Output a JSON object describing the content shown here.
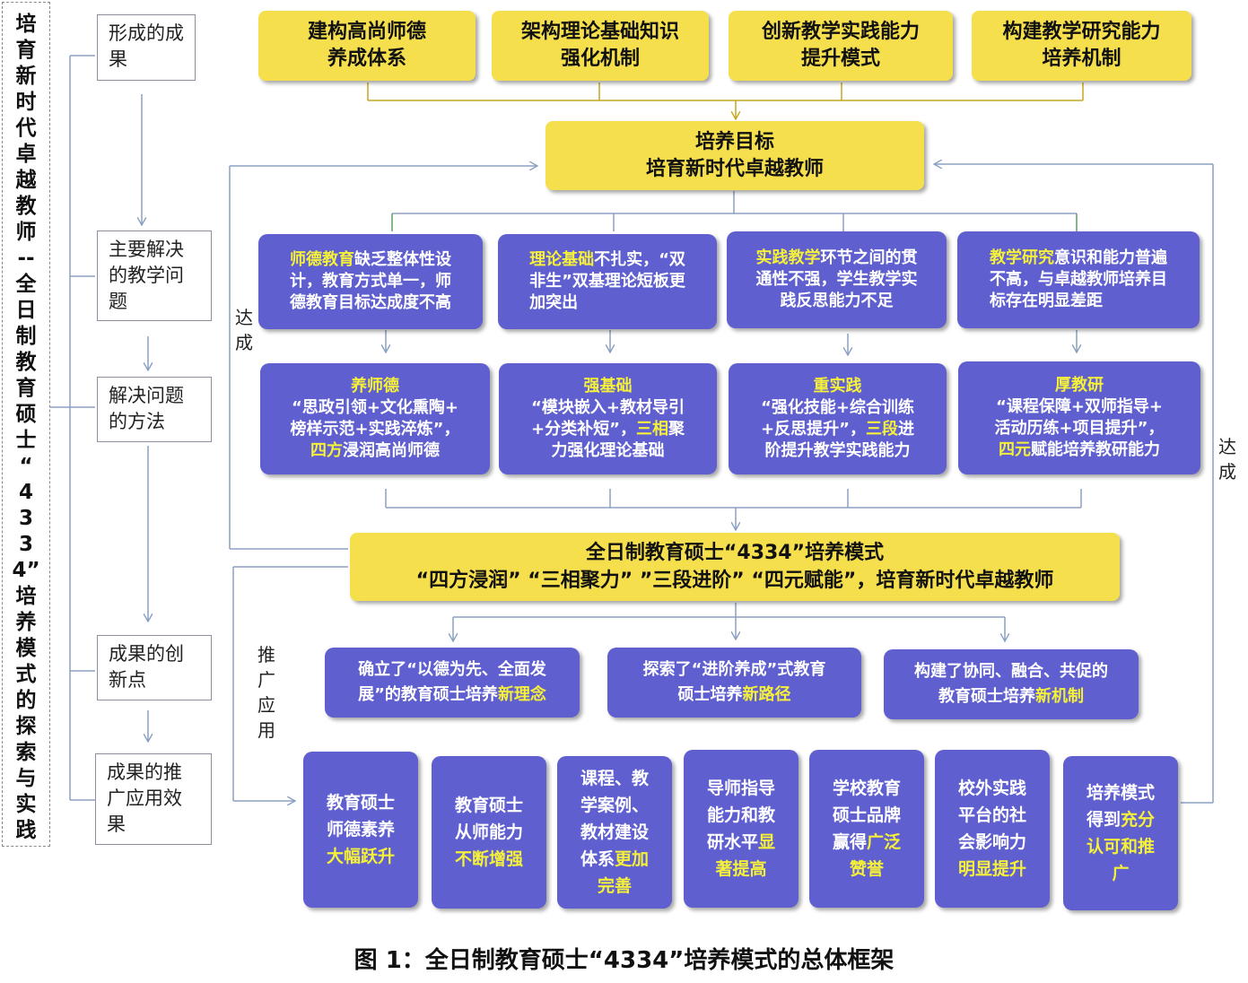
{
  "side_title": [
    "培",
    "育",
    "新",
    "时",
    "代",
    "卓",
    "越",
    "教",
    "师",
    "--",
    "全",
    "日",
    "制",
    "教",
    "育",
    "硕",
    "士",
    "“",
    "4",
    "3",
    "3",
    "4”",
    "培",
    "养",
    "模",
    "式",
    "的",
    "探",
    "索",
    "与",
    "实",
    "践"
  ],
  "steps": {
    "s1": "形成的成果",
    "s2": "主要解决的教学问题",
    "s3": "解决问题的方法",
    "s4": "成果的创新点",
    "s5": "成果的推广应用效果"
  },
  "outcomes": [
    {
      "l1": "建构高尚师德",
      "l2": "养成体系"
    },
    {
      "l1": "架构理论基础知识",
      "l2": "强化机制"
    },
    {
      "l1": "创新教学实践能力",
      "l2": "提升模式"
    },
    {
      "l1": "构建教学研究能力",
      "l2": "培养机制"
    }
  ],
  "goal": {
    "l1": "培养目标",
    "l2": "培育新时代卓越教师"
  },
  "problems": [
    {
      "hl": "师德教育",
      "t1": "缺乏整体性设",
      "t2": "计，教育方式单一，师",
      "t3": "德教育目标达成度不高"
    },
    {
      "hl": "理论基础",
      "t1": "不扎实，“双",
      "t2": "非生”双基理论短板更",
      "t3": "加突出"
    },
    {
      "hl": "实践教学",
      "t1": "环节之间的贯",
      "t2": "通性不强，学生教学实",
      "t3": "践反思能力不足"
    },
    {
      "hl": "教学研究",
      "t1": "意识和能力普遍",
      "t2": "不高，与卓越教师培养目",
      "t3": "标存在明显差距"
    }
  ],
  "methods": [
    {
      "title": "养师德",
      "l1": "“思政引领+文化熏陶+",
      "l2": "榜样示范+实践淬炼”，",
      "hl": "四方",
      "l3": "浸润高尚师德"
    },
    {
      "title": "强基础",
      "l1": "“模块嵌入+教材导引",
      "l2a": "+分类补短”，",
      "hl": "三相",
      "l2b": "聚",
      "l3": "力强化理论基础"
    },
    {
      "title": "重实践",
      "l1": "“强化技能+综合训练",
      "l2a": "+反思提升”，",
      "hl": "三段",
      "l2b": "进",
      "l3": "阶提升教学实践能力"
    },
    {
      "title": "厚教研",
      "l1": "“课程保障+双师指导+",
      "l2": "活动历练+项目提升”，",
      "hl": "四元",
      "l3": "赋能培养教研能力"
    }
  ],
  "model": {
    "l1": "全日制教育硕士“4334”培养模式",
    "l2": "“四方浸润” “三相聚力” ”三段进阶” “四元赋能”，培育新时代卓越教师"
  },
  "innovations": [
    {
      "l1": "确立了“以德为先、全面发",
      "l2": "展”的教育硕士培养",
      "hl": "新理念"
    },
    {
      "l1": "探索了“进阶养成”式教育",
      "l2": "硕士培养",
      "hl": "新路径"
    },
    {
      "l1": "构建了协同、融合、共促的",
      "l2": "教育硕士培养",
      "hl": "新机制"
    }
  ],
  "effects": [
    {
      "w": [
        "教育硕士",
        "师德素养"
      ],
      "y": [
        "大幅跃升"
      ]
    },
    {
      "w": [
        "教育硕士",
        "从师能力"
      ],
      "y": [
        "不断增强"
      ]
    },
    {
      "w": [
        "课程、教",
        "学案例、",
        "教材建设",
        "体系"
      ],
      "y": [
        "更加",
        "完善"
      ]
    },
    {
      "w": [
        "导师指导",
        "能力和教",
        "研水平"
      ],
      "y": [
        "显",
        "著提高"
      ]
    },
    {
      "w": [
        "学校教育",
        "硕士品牌",
        "赢得"
      ],
      "y": [
        "广泛",
        "赞誉"
      ]
    },
    {
      "w": [
        "校外实践",
        "平台的社",
        "会影响力"
      ],
      "y": [
        "明显提升"
      ]
    },
    {
      "w": [
        "培养模式",
        "得到"
      ],
      "y": [
        "充分",
        "认可和推",
        "广"
      ]
    }
  ],
  "labels": {
    "achieve_left": "达成",
    "achieve_right": "达成",
    "promote": "推广应用"
  },
  "caption": "图 1：全日制教育硕士“4334”培养模式的总体框架"
}
